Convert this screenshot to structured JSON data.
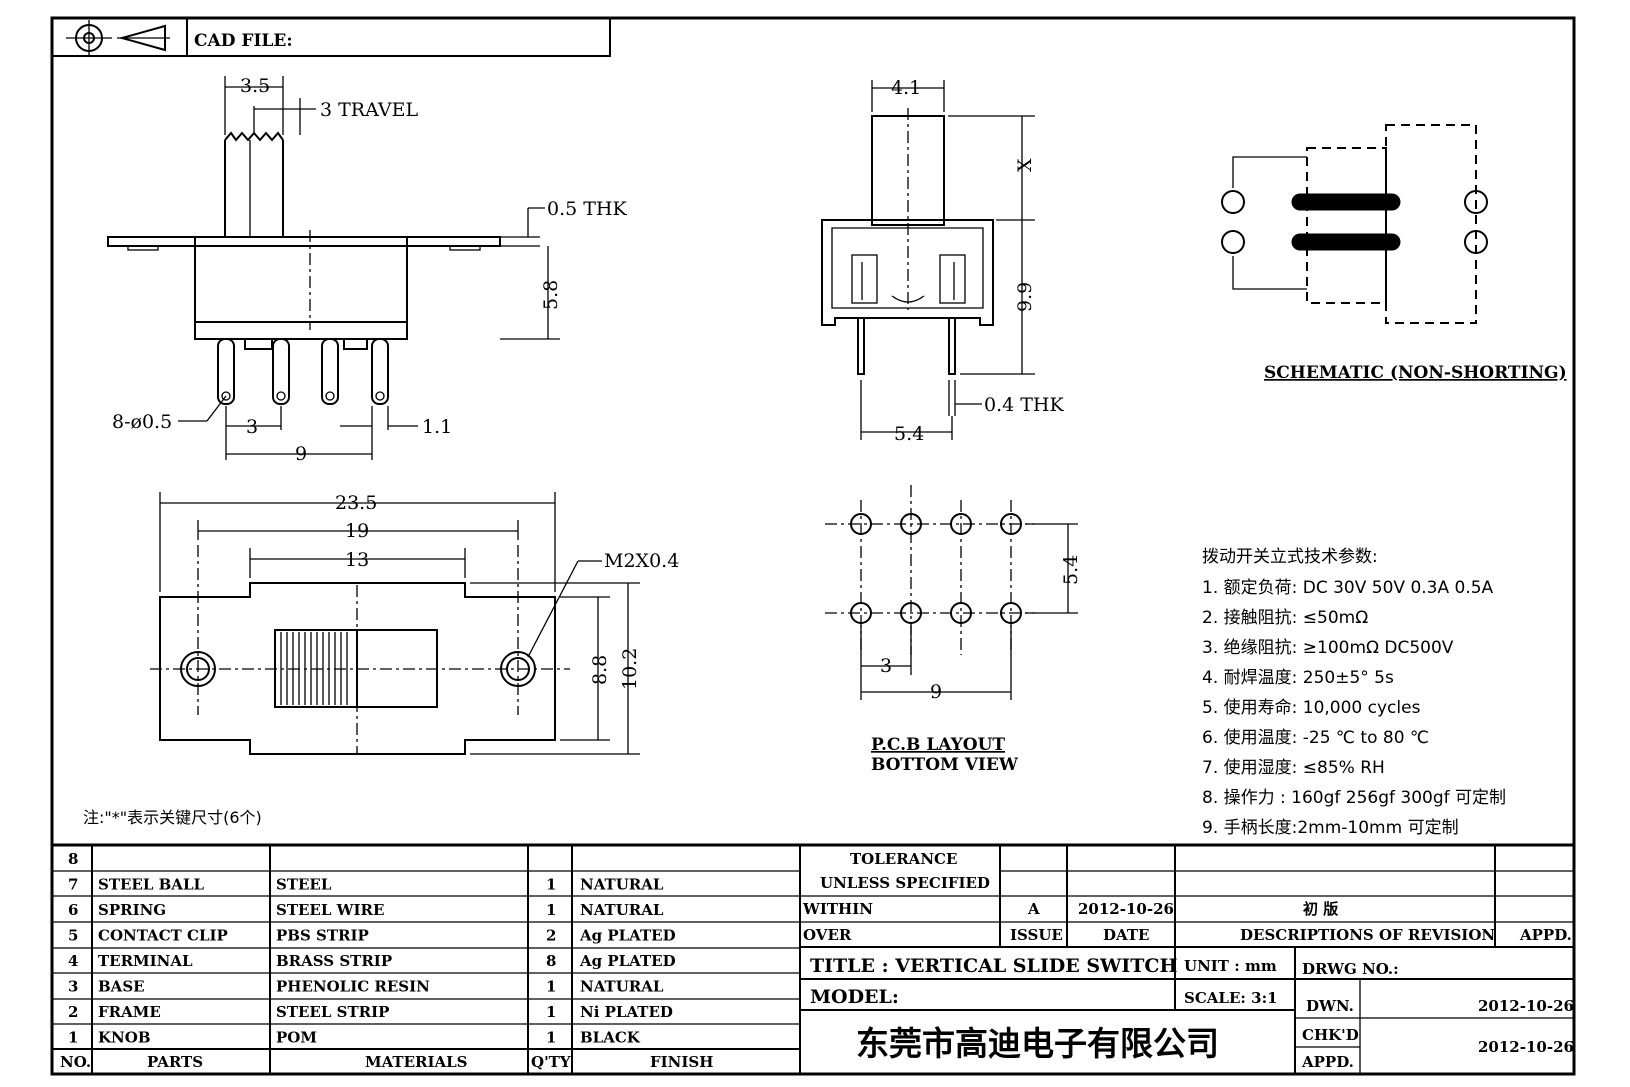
{
  "header": {
    "cad_file_label": "CAD FILE:",
    "projection_symbol": "first-angle-projection-icon"
  },
  "side_view": {
    "dim_width": "3.5",
    "dim_travel": "3 TRAVEL",
    "dim_thk": "0.5 THK",
    "dim_height": "5.8",
    "dim_holes": "8-ø0.5",
    "dim_pitch": "3",
    "dim_pin": "1.1",
    "dim_span": "9"
  },
  "end_view": {
    "dim_width": "4.1",
    "dim_x": "X",
    "dim_height": "9.9",
    "dim_thk": "0.4 THK",
    "dim_pin_span": "5.4"
  },
  "schematic": {
    "caption": "SCHEMATIC (NON-SHORTING)"
  },
  "top_view": {
    "dim_overall": "23.5",
    "dim_mount": "19",
    "dim_slot": "13",
    "dim_screw": "M2X0.4",
    "dim_inner_h": "8.8",
    "dim_outer_h": "10.2"
  },
  "pcb_layout": {
    "dim_row": "5.4",
    "dim_pitch": "3",
    "dim_span": "9",
    "caption_1": "P.C.B LAYOUT",
    "caption_2": "BOTTOM VIEW"
  },
  "note": "注:\"*\"表示关键尺寸(6个)",
  "specs": {
    "title": "拨动开关立式技术参数:",
    "items": [
      "1.  额定负荷: DC 30V    50V    0.3A    0.5A",
      "2.  接触阻抗: ≤50mΩ",
      "3.  绝缘阻抗: ≥100mΩ   DC500V",
      "4.  耐焊温度: 250±5°  5s",
      "5.  使用寿命: 10,000 cycles",
      "6.  使用温度: -25  ℃  to 80  ℃",
      "7.  使用湿度: ≤85% RH",
      "8.  操作力 : 160gf    256gf    300gf  可定制",
      "9.  手柄长度:2mm-10mm   可定制"
    ]
  },
  "bom": {
    "headers": {
      "no": "NO.",
      "parts": "PARTS",
      "materials": "MATERIALS",
      "qty": "Q'TY",
      "finish": "FINISH"
    },
    "rows": [
      {
        "no": "8",
        "part": "",
        "material": "",
        "qty": "",
        "finish": ""
      },
      {
        "no": "7",
        "part": "STEEL BALL",
        "material": "STEEL",
        "qty": "1",
        "finish": "NATURAL"
      },
      {
        "no": "6",
        "part": "SPRING",
        "material": "STEEL WIRE",
        "qty": "1",
        "finish": "NATURAL"
      },
      {
        "no": "5",
        "part": "CONTACT CLIP",
        "material": "PBS STRIP",
        "qty": "2",
        "finish": "Ag PLATED"
      },
      {
        "no": "4",
        "part": "TERMINAL",
        "material": "BRASS STRIP",
        "qty": "8",
        "finish": "Ag PLATED"
      },
      {
        "no": "3",
        "part": "BASE",
        "material": "PHENOLIC RESIN",
        "qty": "1",
        "finish": "NATURAL"
      },
      {
        "no": "2",
        "part": "FRAME",
        "material": "STEEL STRIP",
        "qty": "1",
        "finish": "Ni PLATED"
      },
      {
        "no": "1",
        "part": "KNOB",
        "material": "POM",
        "qty": "1",
        "finish": "BLACK"
      }
    ]
  },
  "title_block": {
    "tolerance": "TOLERANCE",
    "unless": "UNLESS   SPECIFIED",
    "within": "WITHIN",
    "over": "OVER",
    "rev_issue": "A",
    "rev_date": "2012-10-26",
    "rev_desc": "初  版",
    "col_issue": "ISSUE",
    "col_date": "DATE",
    "col_desc": "DESCRIPTIONS  OF  REVISION",
    "col_appd": "APPD.",
    "title": "TITLE :   VERTICAL  SLIDE  SWITCH",
    "unit": "UNIT :   mm",
    "drwg_no": "DRWG  NO.:",
    "model": "MODEL:",
    "scale": "SCALE:   3:1",
    "dwn_label": "DWN.",
    "dwn_date": "2012-10-26",
    "chkd_label": "CHK'D",
    "chkd_date": "2012-10-26",
    "appd_label": "APPD.",
    "company": "东莞市高迪电子有限公司"
  }
}
